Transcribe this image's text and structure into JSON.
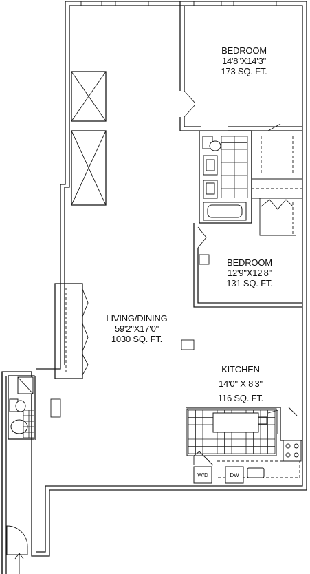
{
  "rooms": {
    "bedroom1": {
      "name": "BEDROOM",
      "dims": "14'8\"X14'3\"",
      "area": "173 SQ. FT."
    },
    "bedroom2": {
      "name": "BEDROOM",
      "dims": "12'9\"X12'8\"",
      "area": "131 SQ. FT."
    },
    "living": {
      "name": "LIVING/DINING",
      "dims": "59'2\"X17'0\"",
      "area": "1030 SQ. FT."
    },
    "kitchen": {
      "name": "KITCHEN",
      "dims": "14'0\" X 8'3\"",
      "area": "116 SQ. FT."
    }
  },
  "appliances": {
    "washer_dryer": "W/D",
    "dishwasher": "DW"
  },
  "colors": {
    "line": "#1a1a1a",
    "background": "#ffffff"
  }
}
